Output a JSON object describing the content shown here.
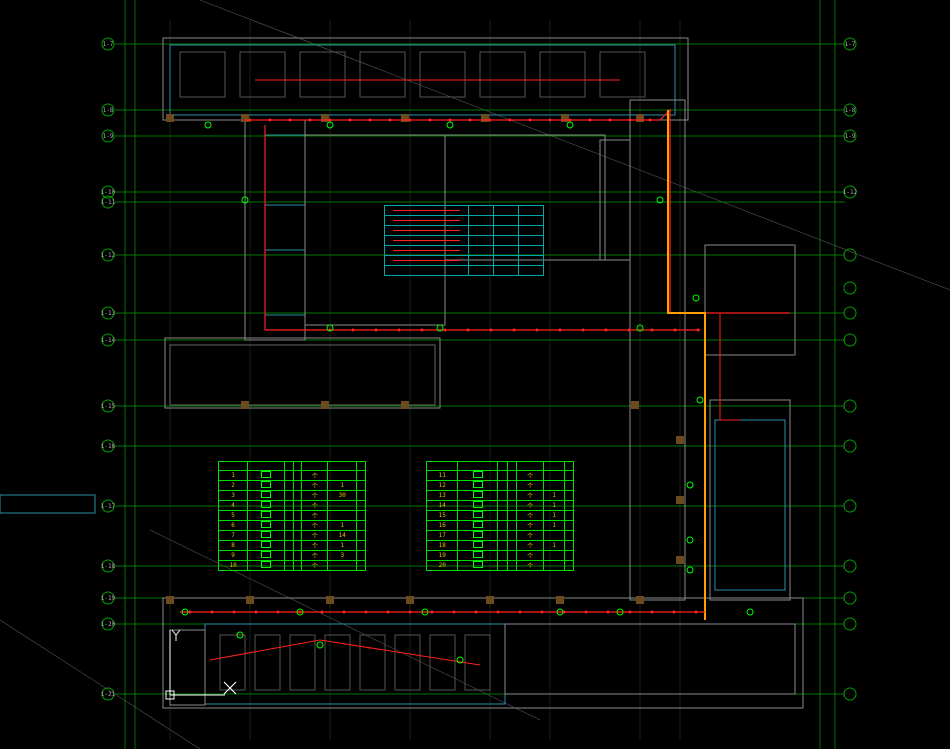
{
  "grid_labels_left": [
    "1-7",
    "1-8",
    "1-9",
    "1-10",
    "1-11",
    "1-12",
    "1-13",
    "1-14",
    "1-15",
    "1-16",
    "1-17",
    "1-18",
    "1-19",
    "1-20",
    "1-21"
  ],
  "grid_labels_right": [
    "1-7",
    "1-8",
    "1-9",
    "1-12"
  ],
  "table_left": {
    "rows": [
      {
        "no": "1",
        "unit": "个",
        "qty": "",
        "note": ""
      },
      {
        "no": "2",
        "unit": "个",
        "qty": "1",
        "note": ""
      },
      {
        "no": "3",
        "unit": "个",
        "qty": "30",
        "note": ""
      },
      {
        "no": "4",
        "unit": "个",
        "qty": "",
        "note": ""
      },
      {
        "no": "5",
        "unit": "个",
        "qty": "",
        "note": ""
      },
      {
        "no": "6",
        "unit": "个",
        "qty": "1",
        "note": ""
      },
      {
        "no": "7",
        "unit": "个",
        "qty": "14",
        "note": ""
      },
      {
        "no": "8",
        "unit": "个",
        "qty": "1",
        "note": ""
      },
      {
        "no": "9",
        "unit": "个",
        "qty": "3",
        "note": ""
      },
      {
        "no": "10",
        "unit": "个",
        "qty": "",
        "note": ""
      }
    ]
  },
  "table_right": {
    "rows": [
      {
        "no": "11",
        "unit": "个",
        "qty": ""
      },
      {
        "no": "12",
        "unit": "个",
        "qty": ""
      },
      {
        "no": "13",
        "unit": "个",
        "qty": "1"
      },
      {
        "no": "14",
        "unit": "个",
        "qty": "1"
      },
      {
        "no": "15",
        "unit": "个",
        "qty": "1"
      },
      {
        "no": "16",
        "unit": "个",
        "qty": "1"
      },
      {
        "no": "17",
        "unit": "个",
        "qty": ""
      },
      {
        "no": "18",
        "unit": "个",
        "qty": "1"
      },
      {
        "no": "19",
        "unit": "个",
        "qty": ""
      },
      {
        "no": "20",
        "unit": "个",
        "qty": ""
      }
    ]
  },
  "colors": {
    "background": "#000000",
    "grid": "#00a000",
    "wall": "#8a8a8a",
    "cable": "#ff2020",
    "trunk": "#ffa000",
    "legend_border": "#00a8a8",
    "table_border": "#00e000",
    "text": "#e8c000"
  }
}
